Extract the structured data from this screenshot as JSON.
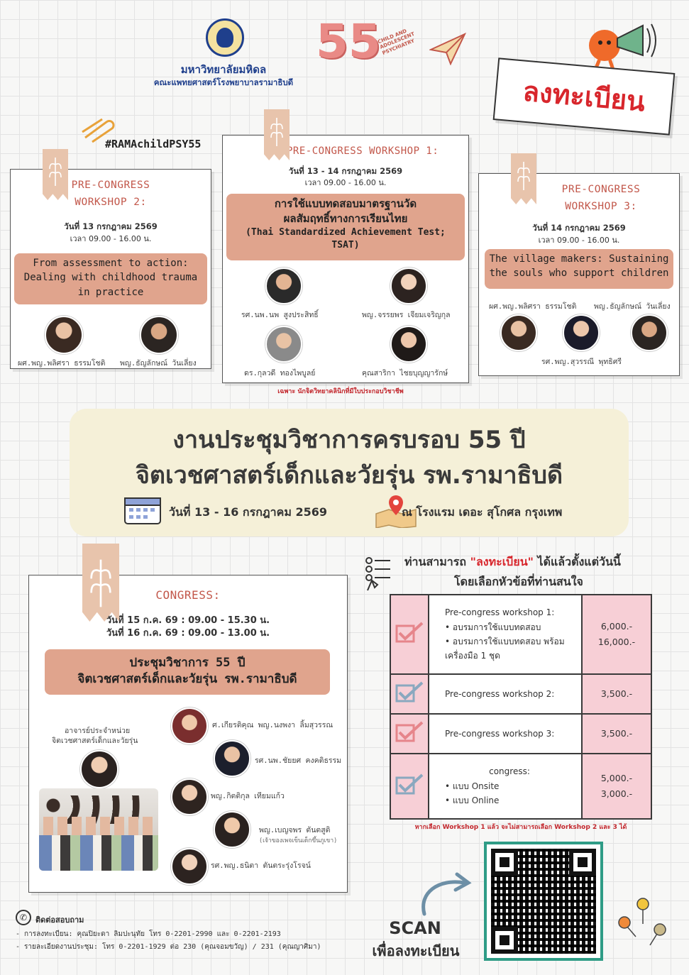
{
  "header": {
    "university": "มหาวิทยาลัยมหิดล",
    "faculty": "คณะแพทยศาสตร์โรงพยาบาลรามาธิบดี",
    "logo_number": "55",
    "logo_script": "CHILD AND ADOLESCENT PSYCHIATRY",
    "hashtag": "#RAMAchildPSY55",
    "register_banner": "ลงทะเบียน"
  },
  "workshop1": {
    "title": "PRE-CONGRESS WORKSHOP 1:",
    "date": "วันที่ 13 - 14 กรกฎาคม 2569",
    "time": "เวลา 09.00 - 16.00 น.",
    "topic_th_1": "การใช้แบบทดสอบมาตรฐานวัด",
    "topic_th_2": "ผลสัมฤทธิ์ทางการเรียนไทย",
    "topic_en": "(Thai Standardized Achievement Test; TSAT)",
    "speakers": [
      "รศ.นพ.นพ สูงประสิทธิ์",
      "พญ.จรรยพร เจียมเจริญกุล",
      "ดร.กุลวดี ทองไพบูลย์",
      "คุณสาริกา ไชยบุญญารักษ์"
    ],
    "note": "เฉพาะ นักจิตวิทยาคลินิกที่มีใบประกอบวิชาชีพ"
  },
  "workshop2": {
    "title_1": "PRE-CONGRESS",
    "title_2": "WORKSHOP 2:",
    "date": "วันที่ 13 กรกฎาคม 2569",
    "time": "เวลา 09.00 - 16.00 น.",
    "topic": "From assessment to action: Dealing with childhood trauma in practice",
    "speakers": [
      "ผศ.พญ.พลิศรา ธรรมโชติ",
      "พญ.ธัญลักษณ์ วันเลี่ยง"
    ]
  },
  "workshop3": {
    "title_1": "PRE-CONGRESS",
    "title_2": "WORKSHOP 3:",
    "date": "วันที่ 14 กรกฎาคม 2569",
    "time": "เวลา 09.00 - 16.00 น.",
    "topic": "The village makers: Sustaining the souls who support children",
    "speakers": [
      "ผศ.พญ.พลิศรา ธรรมโชติ",
      "พญ.ธัญลักษณ์ วันเลี่ยง",
      "รศ.พญ.สุวรรณี พุทธิศรี"
    ]
  },
  "main_event": {
    "title_1": "งานประชุมวิชาการครบรอบ 55 ปี",
    "title_2": "จิตเวชศาสตร์เด็กและวัยรุ่น รพ.รามาธิบดี",
    "date": "วันที่ 13 - 16 กรกฎาคม 2569",
    "venue": "ณ โรงแรม เดอะ สุโกศล กรุงเทพ"
  },
  "congress": {
    "title": "CONGRESS:",
    "day1": "วันที่ 15 ก.ค. 69 : 09.00 - 15.30 น.",
    "day2": "วันที่ 16 ก.ค. 69 : 09.00 - 13.00 น.",
    "topic_1": "ประชุมวิชาการ 55 ปี",
    "topic_2": "จิตเวชศาสตร์เด็กและวัยรุ่น รพ.รามาธิบดี",
    "group_label_1": "อาจารย์ประจำหน่วย",
    "group_label_2": "จิตเวชศาสตร์เด็กและวัยรุ่น",
    "speakers": [
      "ศ.เกียรติคุณ พญ.นงพงา ลิ้มสุวรรณ",
      "รศ.นพ.ชัยยศ คงคติธรรม",
      "พญ.กิตติกุล เทียมแก้ว",
      "พญ.เบญจพร ตันตสูติ",
      "รศ.พญ.ธนิตา ตันตระรุ่งโรจน์"
    ],
    "speaker4_note": "(เจ้าของเพจเข็นเด็กขึ้นภูเขา)"
  },
  "registration": {
    "intro_1": "ท่านสามารถ ",
    "intro_highlight": "\"ลงทะเบียน\"",
    "intro_2": " ได้แล้วตั้งแต่วันนี้",
    "intro_3": "โดยเลือกหัวข้อที่ท่านสนใจ",
    "rows": [
      {
        "title": "Pre-congress workshop 1:",
        "items": [
          "อบรมการใช้แบบทดสอบ",
          "อบรมการใช้แบบทดสอบ พร้อมเครื่องมือ 1 ชุด"
        ],
        "prices": [
          "6,000.-",
          "16,000.-"
        ]
      },
      {
        "title": "Pre-congress workshop 2:",
        "items": [],
        "prices": [
          "3,500.-"
        ]
      },
      {
        "title": "Pre-congress workshop 3:",
        "items": [],
        "prices": [
          "3,500.-"
        ]
      },
      {
        "title": "congress:",
        "items": [
          "แบบ Onsite",
          "แบบ Online"
        ],
        "prices": [
          "5,000.-",
          "3,000.-"
        ]
      }
    ],
    "note": "หากเลือก Workshop 1 แล้ว จะไม่สามารถเลือก  Workshop 2 และ 3 ได้",
    "scan_1": "SCAN",
    "scan_2": "เพื่อลงทะเบียน"
  },
  "contact": {
    "title": "ติดต่อสอบถาม",
    "line1": "- การลงทะเบียน: คุณปิยะดา ลิมปะนุทัย โทร 0-2201-2990 และ 0-2201-2193",
    "line2": "- รายละเอียดงานประชุม: โทร 0-2201-1929 ต่อ 230 (คุณจอมขวัญ) / 231 (คุณญาศิมา)"
  },
  "colors": {
    "accent": "#c2574a",
    "pill": "#e0a48d",
    "tape": "#e8c4ac",
    "banner": "#f5f0d8",
    "table": "#f7cfd6"
  }
}
